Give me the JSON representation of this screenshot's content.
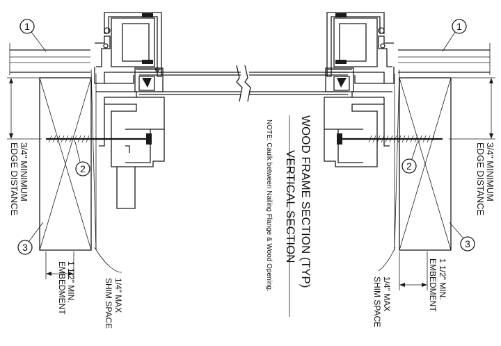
{
  "title": {
    "line1": "WOOD FRAME SECTION (TYP)",
    "line2": "VERTICAL SECTION",
    "note": "NOTE: Caulk between Nailing Flange & Wood Opening."
  },
  "callouts": {
    "c1": "1",
    "c2": "2",
    "c3": "3"
  },
  "dimensions": {
    "edge_line1": "3/4\" MINIMUM",
    "edge_line2": "EDGE DISTANCE",
    "embed_line1": "1 1/2\" MIN.",
    "embed_line2": "EMBEDMENT",
    "shim_line1": "1/4\" MAX",
    "shim_line2": "SHIM SPACE"
  }
}
